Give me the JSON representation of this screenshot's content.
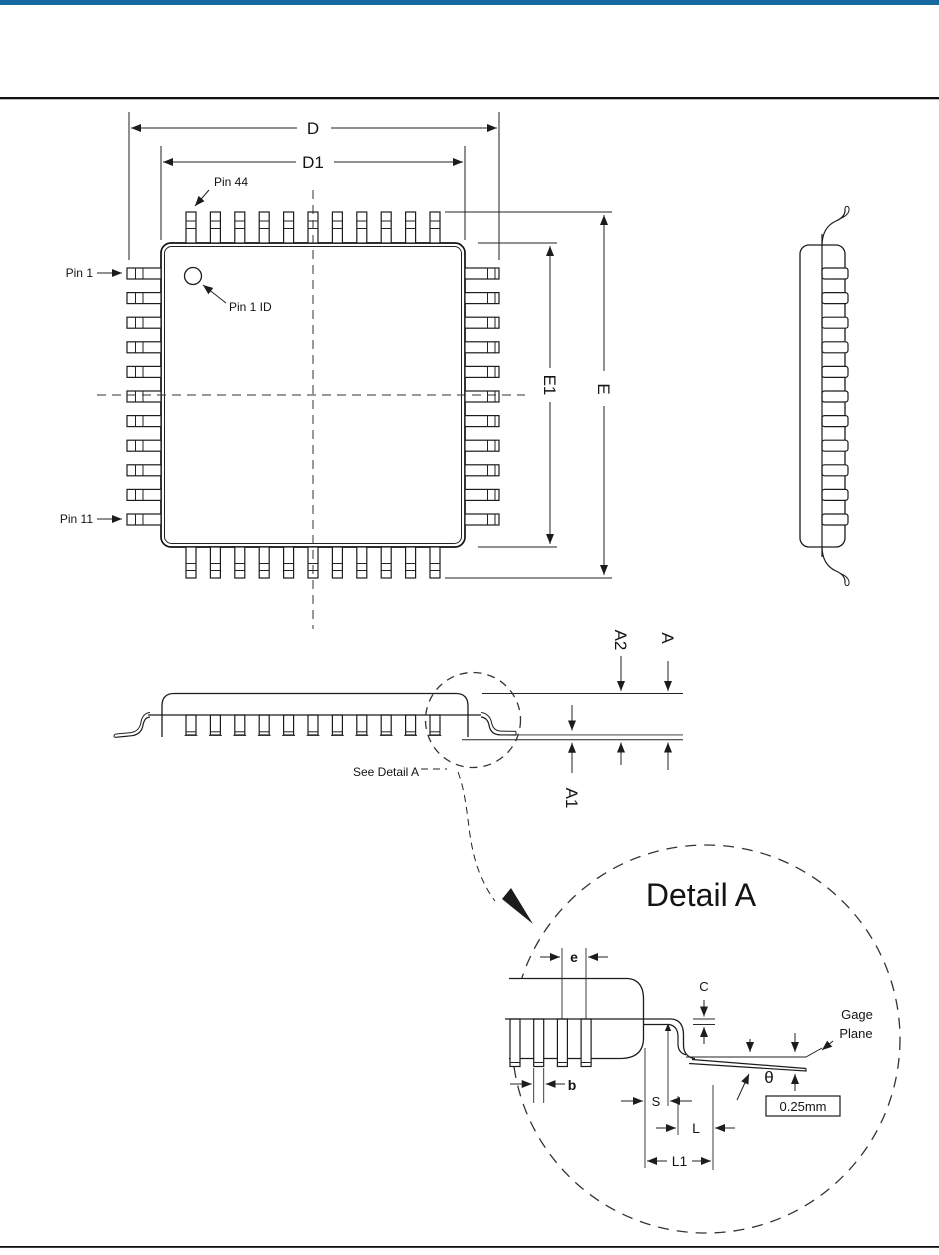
{
  "colors": {
    "accent_bar": "#16699f",
    "rule": "#111111"
  },
  "top_view": {
    "dim_d_label": "D",
    "dim_d1_label": "D1",
    "dim_e_label": "E",
    "dim_e1_label": "E1",
    "pin44_label": "Pin 44",
    "pin1_label": "Pin 1",
    "pin1_id_label": "Pin 1 ID",
    "pin11_label": "Pin 11"
  },
  "side_view": {
    "dim_a_label": "A",
    "dim_a2_label": "A2",
    "dim_a1_label": "A1",
    "see_detail_label": "See Detail A"
  },
  "detail_view": {
    "title": "Detail A",
    "dim_pitch_label": "e",
    "dim_c_label": "C",
    "dim_b_label": "b",
    "dim_s_label": "S",
    "dim_l_label": "L",
    "dim_l1_label": "L1",
    "dim_theta_label": "θ",
    "gage_plane_line1": "Gage",
    "gage_plane_line2": "Plane",
    "gage_offset_label": "0.25mm"
  }
}
